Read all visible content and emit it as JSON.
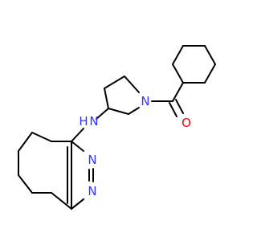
{
  "molecule": {
    "atoms": {
      "amine_n": {
        "symbol": "N",
        "h_label": "H"
      },
      "pyrrolidine_n": {
        "symbol": "N"
      },
      "carbonyl_o": {
        "symbol": "O"
      },
      "pyrimidine_n3": {
        "symbol": "N"
      },
      "pyrimidine_n1": {
        "symbol": "N"
      }
    }
  },
  "colors": {
    "bond": "#000000",
    "nitrogen": "#3333ff",
    "oxygen": "#ff0000",
    "background": "#ffffff"
  }
}
